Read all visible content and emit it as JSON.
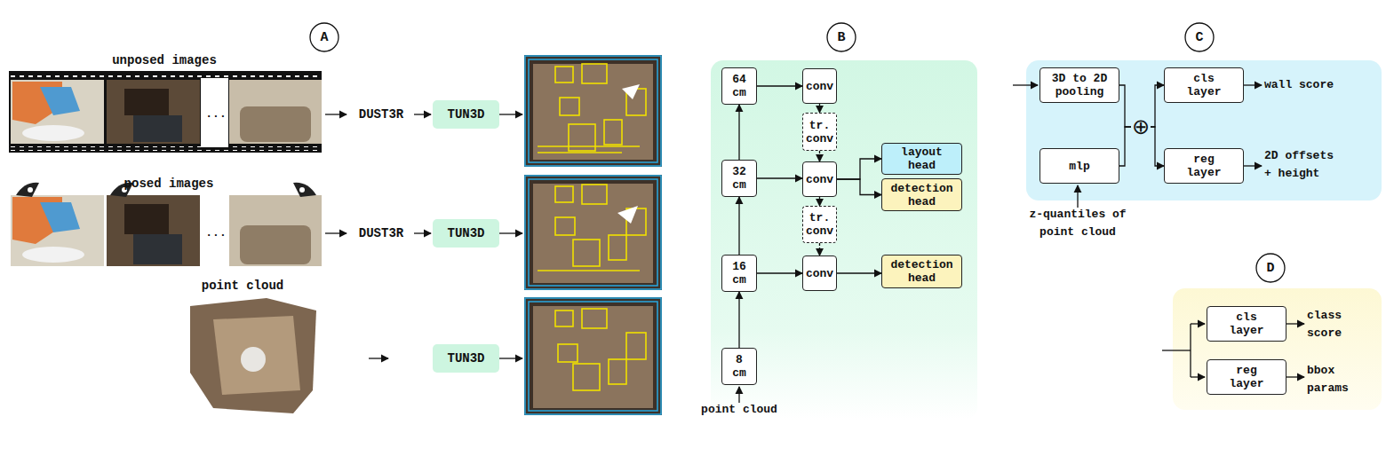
{
  "diagram": {
    "nodes": [
      {
        "text": [
          "A"
        ]
      },
      {
        "text": [
          "B"
        ]
      },
      {
        "text": [
          "C"
        ]
      },
      {
        "text": [
          "TUN3D"
        ]
      },
      {
        "text": [
          "TUN3D"
        ]
      },
      {
        "text": [
          "TUN3D"
        ]
      },
      {
        "text": [
          "64 cm"
        ]
      },
      {
        "text": [
          "32 cm"
        ]
      },
      {
        "text": [
          "16 cm"
        ]
      },
      {
        "text": [
          "8 cm"
        ]
      },
      {
        "text": [
          "conv"
        ]
      },
      {
        "text": [
          "tr. conv"
        ]
      },
      {
        "text": [
          "conv"
        ]
      },
      {
        "text": [
          "tr. conv"
        ]
      },
      {
        "text": [
          "conv"
        ]
      },
      {
        "text": [
          "layout head"
        ]
      },
      {
        "text": [
          "detection head"
        ]
      },
      {
        "text": [
          "detection head"
        ]
      },
      {
        "text": [
          "3D to 2D pooling"
        ]
      },
      {
        "text": [
          "mlp"
        ]
      },
      {
        "text": [
          "⊕"
        ]
      },
      {
        "text": [
          "cls layer"
        ]
      },
      {
        "text": [
          "reg layer"
        ]
      },
      {
        "text": [
          "D"
        ]
      },
      {
        "text": [
          "cls layer"
        ]
      },
      {
        "text": [
          "reg layer"
        ]
      }
    ],
    "edges": [
      {
        "from": 9,
        "to": 8,
        "arrow": "to"
      },
      {
        "from": 8,
        "to": 7,
        "arrow": "to"
      },
      {
        "from": 7,
        "to": 6,
        "arrow": "to"
      },
      {
        "from": 6,
        "to": 10,
        "arrow": "to"
      },
      {
        "from": 10,
        "to": 11,
        "arrow": "to"
      },
      {
        "from": 11,
        "to": 12,
        "arrow": "to"
      },
      {
        "from": 7,
        "to": 12,
        "arrow": "to"
      },
      {
        "from": 12,
        "to": 13,
        "arrow": "to"
      },
      {
        "from": 13,
        "to": 14,
        "arrow": "to"
      },
      {
        "from": 8,
        "to": 14,
        "arrow": "to"
      },
      {
        "from": 12,
        "to": 15,
        "arrow": "to"
      },
      {
        "from": 12,
        "to": 16,
        "arrow": "to"
      },
      {
        "from": 14,
        "to": 17,
        "arrow": "to"
      },
      {
        "from": 18,
        "to": 20,
        "arrow": "none"
      },
      {
        "from": 19,
        "to": 20,
        "arrow": "none"
      },
      {
        "from": 20,
        "to": 21,
        "arrow": "to"
      },
      {
        "from": 20,
        "to": 22,
        "arrow": "to"
      }
    ],
    "labels": [
      "unposed images",
      "...",
      "posed images",
      "...",
      "point cloud",
      "DUST3R",
      "DUST3R",
      "point cloud",
      "wall score",
      "2D offsets + height",
      "z-quantiles of point cloud",
      "class score",
      "bbox params"
    ]
  }
}
